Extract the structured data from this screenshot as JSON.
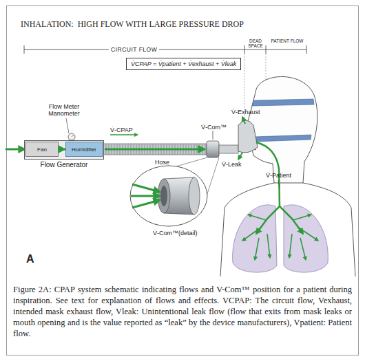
{
  "diagram": {
    "title": "INHALATION:  HIGH FLOW WITH LARGE PRESSURE DROP",
    "caption": "Figure 2A: CPAP system schematic indicating flows and V-Com™ position for a patient during inspiration. See text for explanation of flows and effects. VCPAP: The circuit flow, Vexhaust, intended mask exhaust flow, Vleak: Unintentional leak flow (flow that exits from mask leaks or mouth opening and is the value reported as “leak” by the device manufacturers), Vpatient: Patient flow.",
    "nodes": [
      {
        "text": [
          "V̇CPAP = V̇patient + V̇exhaust + V̇leak"
        ]
      },
      {
        "text": [
          "Flow Generator"
        ]
      },
      {
        "text": [
          "Fan"
        ],
        "in": 1
      },
      {
        "text": [
          "Humidifier"
        ],
        "in": 1
      }
    ],
    "edges": [
      {
        "from": 2,
        "to": 3,
        "arrow": "to"
      }
    ],
    "labels": [
      "CIRCUIT FLOW",
      "DEAD SPACE",
      "PATIENT FLOW",
      "Flow Meter Manometer",
      "V̇-CPAP",
      "Hose",
      "V̇-Com™",
      "V̇-Exhaust",
      "V̇-Leak",
      "V̇-Patient",
      "V̇-Com™(detail)",
      "A"
    ]
  }
}
